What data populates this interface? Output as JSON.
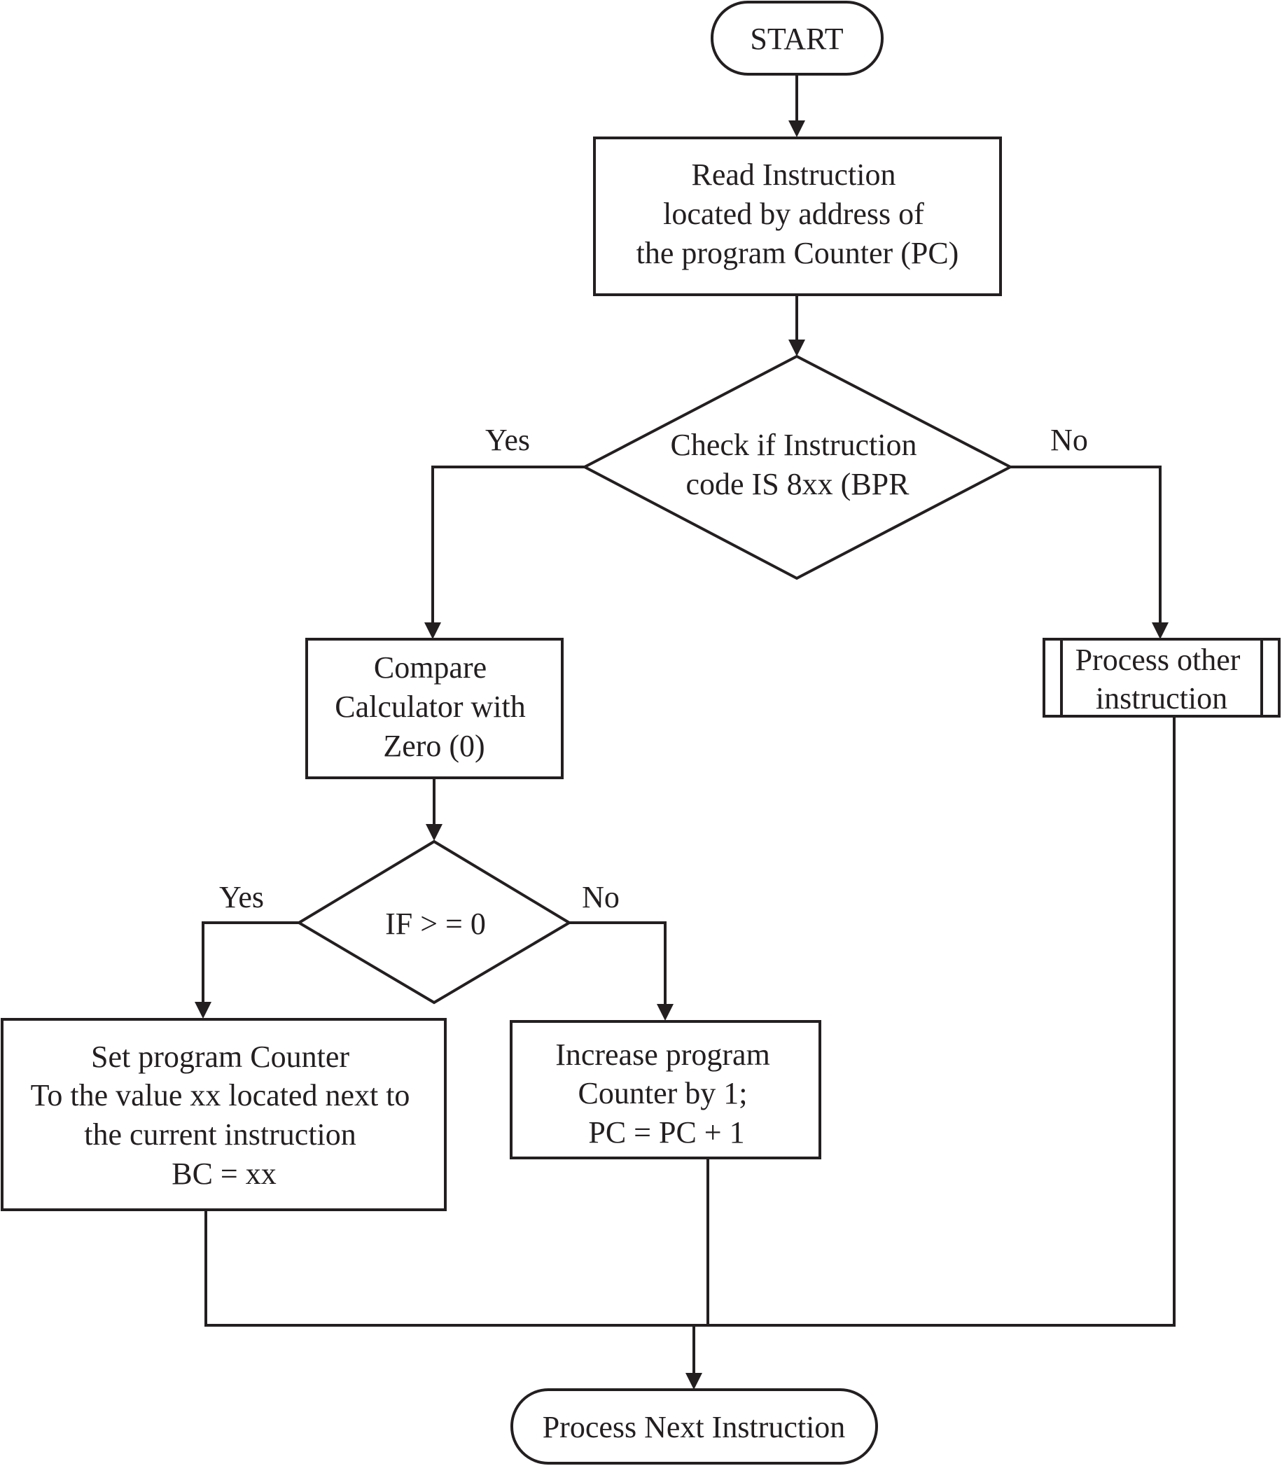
{
  "nodes": {
    "start": {
      "lines": [
        "START"
      ]
    },
    "read_instruction": {
      "lines": [
        "Read Instruction",
        "located by address of",
        "the program Counter (PC)"
      ]
    },
    "check_instruction": {
      "lines": [
        "Check if Instruction",
        "code IS 8xx (BPR"
      ]
    },
    "compare_calculator": {
      "lines": [
        "Compare",
        "Calculator with",
        "Zero (0)"
      ]
    },
    "process_other": {
      "lines": [
        "Process other",
        "instruction"
      ]
    },
    "if_condition": {
      "lines": [
        "IF > = 0"
      ]
    },
    "set_pc": {
      "lines": [
        "Set program Counter",
        "To the value xx located next to",
        "the current instruction",
        "BC = xx"
      ]
    },
    "increase_pc": {
      "lines": [
        "Increase program",
        "Counter by 1;",
        "PC = PC + 1"
      ]
    },
    "process_next": {
      "lines": [
        "Process Next Instruction"
      ]
    }
  },
  "labels": {
    "check_yes": "Yes",
    "check_no": "No",
    "if_yes": "Yes",
    "if_no": "No"
  }
}
